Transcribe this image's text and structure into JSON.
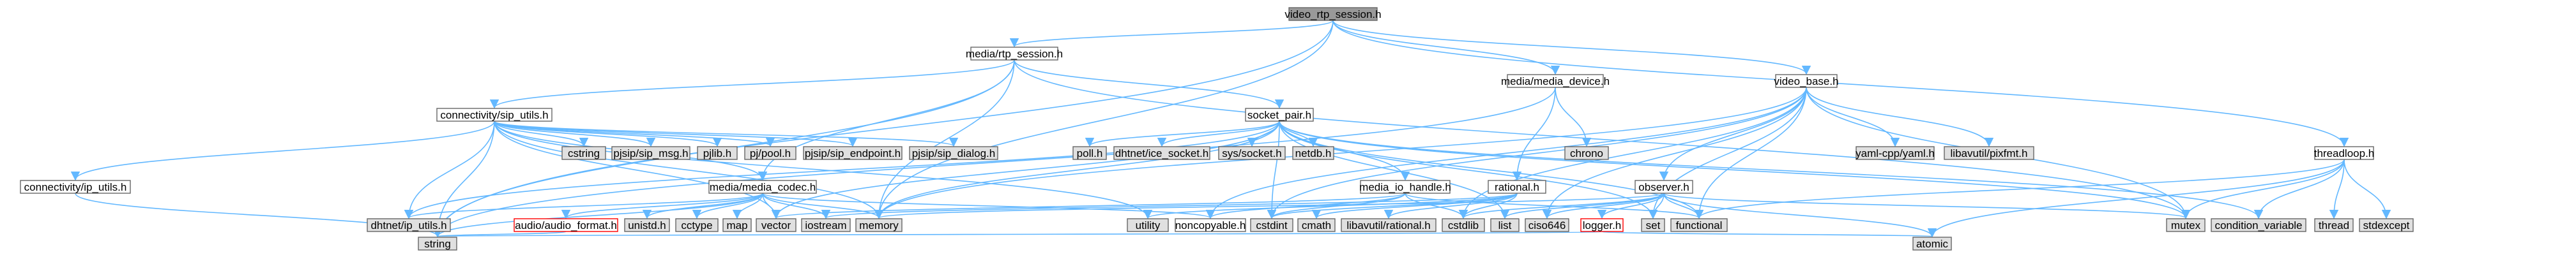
{
  "graph": {
    "colors": {
      "edge": "#63b8ff",
      "root_fill": "#999999",
      "header_fill": "#ffffff",
      "system_fill": "#e0e0e0",
      "missing_stroke": "#ff0000",
      "default_stroke": "#666666",
      "text": "#000000"
    },
    "nodes": [
      {
        "id": "video_rtp_session",
        "label": "video_rtp_session.h",
        "kind": "root"
      },
      {
        "id": "media_rtp_session",
        "label": "media/rtp_session.h",
        "kind": "header"
      },
      {
        "id": "media_device",
        "label": "media/media_device.h",
        "kind": "header"
      },
      {
        "id": "video_base",
        "label": "video_base.h",
        "kind": "header"
      },
      {
        "id": "threadloop",
        "label": "threadloop.h",
        "kind": "header"
      },
      {
        "id": "sip_utils",
        "label": "connectivity/sip_utils.h",
        "kind": "header"
      },
      {
        "id": "socket_pair",
        "label": "socket_pair.h",
        "kind": "header"
      },
      {
        "id": "ip_utils",
        "label": "connectivity/ip_utils.h",
        "kind": "header"
      },
      {
        "id": "cstring",
        "label": "cstring",
        "kind": "system"
      },
      {
        "id": "pjsip_msg",
        "label": "pjsip/sip_msg.h",
        "kind": "system"
      },
      {
        "id": "pjlib",
        "label": "pjlib.h",
        "kind": "system"
      },
      {
        "id": "pj_pool",
        "label": "pj/pool.h",
        "kind": "system"
      },
      {
        "id": "pjsip_endpoint",
        "label": "pjsip/sip_endpoint.h",
        "kind": "system"
      },
      {
        "id": "pjsip_dialog",
        "label": "pjsip/sip_dialog.h",
        "kind": "system"
      },
      {
        "id": "media_codec",
        "label": "media/media_codec.h",
        "kind": "header"
      },
      {
        "id": "poll",
        "label": "poll.h",
        "kind": "system"
      },
      {
        "id": "ice_socket",
        "label": "dhtnet/ice_socket.h",
        "kind": "system"
      },
      {
        "id": "sys_socket",
        "label": "sys/socket.h",
        "kind": "system"
      },
      {
        "id": "netdb",
        "label": "netdb.h",
        "kind": "system"
      },
      {
        "id": "media_io_handle",
        "label": "media_io_handle.h",
        "kind": "header"
      },
      {
        "id": "rational",
        "label": "rational.h",
        "kind": "header"
      },
      {
        "id": "chrono",
        "label": "chrono",
        "kind": "system"
      },
      {
        "id": "observer",
        "label": "observer.h",
        "kind": "header"
      },
      {
        "id": "yaml_cpp",
        "label": "yaml-cpp/yaml.h",
        "kind": "system"
      },
      {
        "id": "pixfmt",
        "label": "libavutil/pixfmt.h",
        "kind": "system"
      },
      {
        "id": "dhtnet_ip_utils",
        "label": "dhtnet/ip_utils.h",
        "kind": "system"
      },
      {
        "id": "audio_format",
        "label": "audio/audio_format.h",
        "kind": "missing"
      },
      {
        "id": "unistd",
        "label": "unistd.h",
        "kind": "system"
      },
      {
        "id": "cctype",
        "label": "cctype",
        "kind": "system"
      },
      {
        "id": "map",
        "label": "map",
        "kind": "system"
      },
      {
        "id": "vector",
        "label": "vector",
        "kind": "system"
      },
      {
        "id": "iostream",
        "label": "iostream",
        "kind": "system"
      },
      {
        "id": "memory",
        "label": "memory",
        "kind": "system"
      },
      {
        "id": "utility",
        "label": "utility",
        "kind": "system"
      },
      {
        "id": "noncopyable",
        "label": "noncopyable.h",
        "kind": "header"
      },
      {
        "id": "cstdint",
        "label": "cstdint",
        "kind": "system"
      },
      {
        "id": "cmath",
        "label": "cmath",
        "kind": "system"
      },
      {
        "id": "libavutil_rational",
        "label": "libavutil/rational.h",
        "kind": "system"
      },
      {
        "id": "cstdlib",
        "label": "cstdlib",
        "kind": "system"
      },
      {
        "id": "list",
        "label": "list",
        "kind": "system"
      },
      {
        "id": "ciso646",
        "label": "ciso646",
        "kind": "system"
      },
      {
        "id": "logger",
        "label": "logger.h",
        "kind": "missing"
      },
      {
        "id": "set",
        "label": "set",
        "kind": "system"
      },
      {
        "id": "functional",
        "label": "functional",
        "kind": "system"
      },
      {
        "id": "mutex",
        "label": "mutex",
        "kind": "system"
      },
      {
        "id": "condition_variable",
        "label": "condition_variable",
        "kind": "system"
      },
      {
        "id": "thread",
        "label": "thread",
        "kind": "system"
      },
      {
        "id": "stdexcept",
        "label": "stdexcept",
        "kind": "system"
      },
      {
        "id": "string",
        "label": "string",
        "kind": "system"
      },
      {
        "id": "atomic",
        "label": "atomic",
        "kind": "system"
      }
    ],
    "edges": [
      [
        "video_rtp_session",
        "media_rtp_session"
      ],
      [
        "video_rtp_session",
        "media_device"
      ],
      [
        "video_rtp_session",
        "video_base"
      ],
      [
        "video_rtp_session",
        "threadloop"
      ],
      [
        "video_rtp_session",
        "string"
      ],
      [
        "video_rtp_session",
        "memory"
      ],
      [
        "media_rtp_session",
        "sip_utils"
      ],
      [
        "media_rtp_session",
        "socket_pair"
      ],
      [
        "media_rtp_session",
        "media_codec"
      ],
      [
        "media_rtp_session",
        "memory"
      ],
      [
        "media_rtp_session",
        "string"
      ],
      [
        "media_rtp_session",
        "mutex"
      ],
      [
        "sip_utils",
        "ip_utils"
      ],
      [
        "sip_utils",
        "cstring"
      ],
      [
        "sip_utils",
        "pjsip_msg"
      ],
      [
        "sip_utils",
        "pjlib"
      ],
      [
        "sip_utils",
        "pj_pool"
      ],
      [
        "sip_utils",
        "pjsip_endpoint"
      ],
      [
        "sip_utils",
        "pjsip_dialog"
      ],
      [
        "sip_utils",
        "media_codec"
      ],
      [
        "sip_utils",
        "dhtnet_ip_utils"
      ],
      [
        "sip_utils",
        "utility"
      ],
      [
        "sip_utils",
        "vector"
      ],
      [
        "sip_utils",
        "string"
      ],
      [
        "sip_utils",
        "memory"
      ],
      [
        "ip_utils",
        "string"
      ],
      [
        "socket_pair",
        "media_io_handle"
      ],
      [
        "socket_pair",
        "poll"
      ],
      [
        "socket_pair",
        "ice_socket"
      ],
      [
        "socket_pair",
        "sys_socket"
      ],
      [
        "socket_pair",
        "netdb"
      ],
      [
        "socket_pair",
        "dhtnet_ip_utils"
      ],
      [
        "socket_pair",
        "cstdint"
      ],
      [
        "socket_pair",
        "memory"
      ],
      [
        "socket_pair",
        "vector"
      ],
      [
        "socket_pair",
        "list"
      ],
      [
        "socket_pair",
        "functional"
      ],
      [
        "socket_pair",
        "mutex"
      ],
      [
        "socket_pair",
        "condition_variable"
      ],
      [
        "socket_pair",
        "set"
      ],
      [
        "media_codec",
        "dhtnet_ip_utils"
      ],
      [
        "media_codec",
        "audio_format"
      ],
      [
        "media_codec",
        "unistd"
      ],
      [
        "media_codec",
        "cctype"
      ],
      [
        "media_codec",
        "map"
      ],
      [
        "media_codec",
        "vector"
      ],
      [
        "media_codec",
        "iostream"
      ],
      [
        "media_codec",
        "memory"
      ],
      [
        "media_codec",
        "string"
      ],
      [
        "media_codec",
        "noncopyable"
      ],
      [
        "audio_format",
        "string"
      ],
      [
        "media_io_handle",
        "noncopyable"
      ],
      [
        "media_io_handle",
        "cstdint"
      ],
      [
        "media_io_handle",
        "functional"
      ],
      [
        "media_io_handle",
        "vector"
      ],
      [
        "media_io_handle",
        "cstdlib"
      ],
      [
        "media_device",
        "rational"
      ],
      [
        "media_device",
        "chrono"
      ],
      [
        "media_device",
        "string"
      ],
      [
        "rational",
        "utility"
      ],
      [
        "rational",
        "cstdint"
      ],
      [
        "rational",
        "cmath"
      ],
      [
        "rational",
        "libavutil_rational"
      ],
      [
        "rational",
        "cstdlib"
      ],
      [
        "rational",
        "iostream"
      ],
      [
        "video_base",
        "noncopyable"
      ],
      [
        "video_base",
        "observer"
      ],
      [
        "video_base",
        "yaml_cpp"
      ],
      [
        "video_base",
        "pixfmt"
      ],
      [
        "video_base",
        "cstdint"
      ],
      [
        "video_base",
        "memory"
      ],
      [
        "video_base",
        "set"
      ],
      [
        "video_base",
        "mutex"
      ],
      [
        "video_base",
        "ciso646"
      ],
      [
        "video_base",
        "cstdlib"
      ],
      [
        "video_base",
        "functional"
      ],
      [
        "observer",
        "logger"
      ],
      [
        "observer",
        "cstdlib"
      ],
      [
        "observer",
        "list"
      ],
      [
        "observer",
        "ciso646"
      ],
      [
        "observer",
        "set"
      ],
      [
        "observer",
        "mutex"
      ],
      [
        "observer",
        "functional"
      ],
      [
        "observer",
        "memory"
      ],
      [
        "observer",
        "atomic"
      ],
      [
        "logger",
        "string"
      ],
      [
        "logger",
        "atomic"
      ],
      [
        "threadloop",
        "thread"
      ],
      [
        "threadloop",
        "stdexcept"
      ],
      [
        "threadloop",
        "condition_variable"
      ],
      [
        "threadloop",
        "mutex"
      ],
      [
        "threadloop",
        "functional"
      ],
      [
        "threadloop",
        "atomic"
      ]
    ]
  }
}
